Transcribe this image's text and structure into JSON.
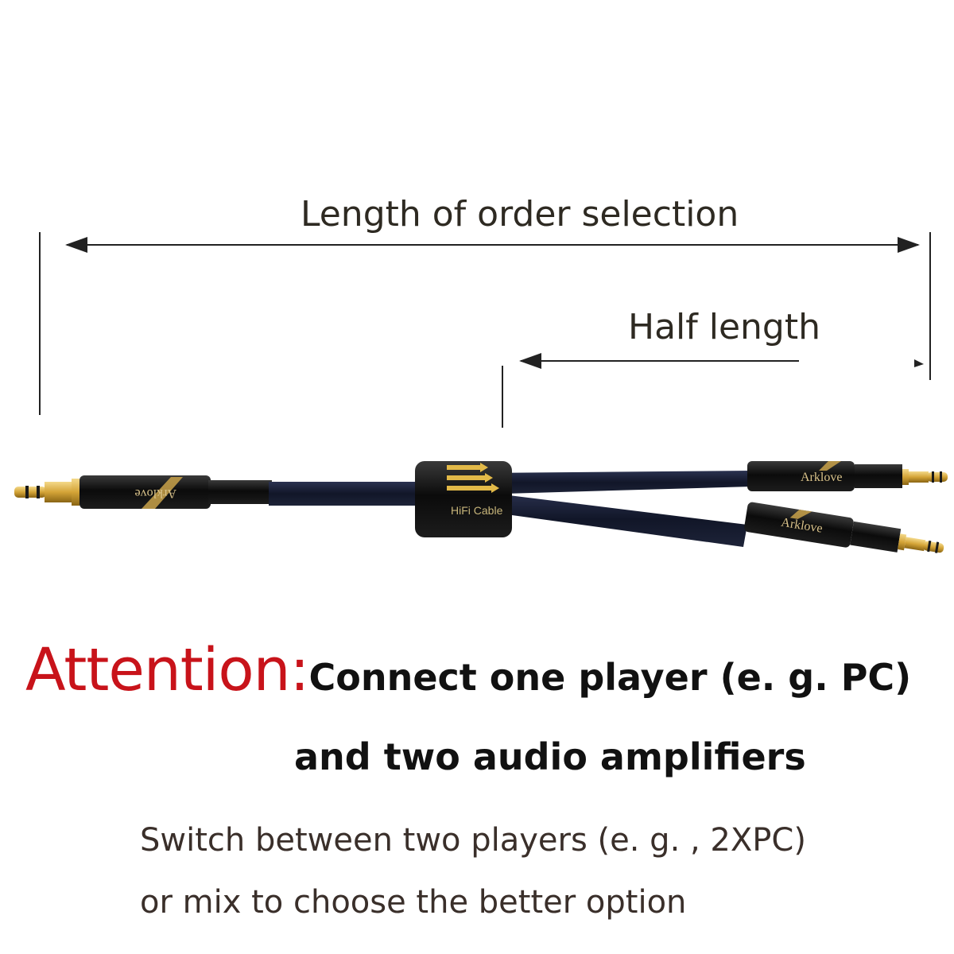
{
  "dimensions": {
    "full_length_label": "Length of order selection",
    "half_length_label": "Half length"
  },
  "cable": {
    "brand_text": "Arklove",
    "splitter_text": "HiFi Cable"
  },
  "attention": {
    "label": "Attention:",
    "line1": "Connect one player (e. g. PC)",
    "line2": "and two audio amplifiers"
  },
  "notes": {
    "line1": "Switch between two players (e. g. , 2XPC)",
    "line2": "or mix to choose the better option"
  },
  "colors": {
    "attention": "#c8131a",
    "cable": "#151a2e",
    "gold": "#d4a437"
  }
}
